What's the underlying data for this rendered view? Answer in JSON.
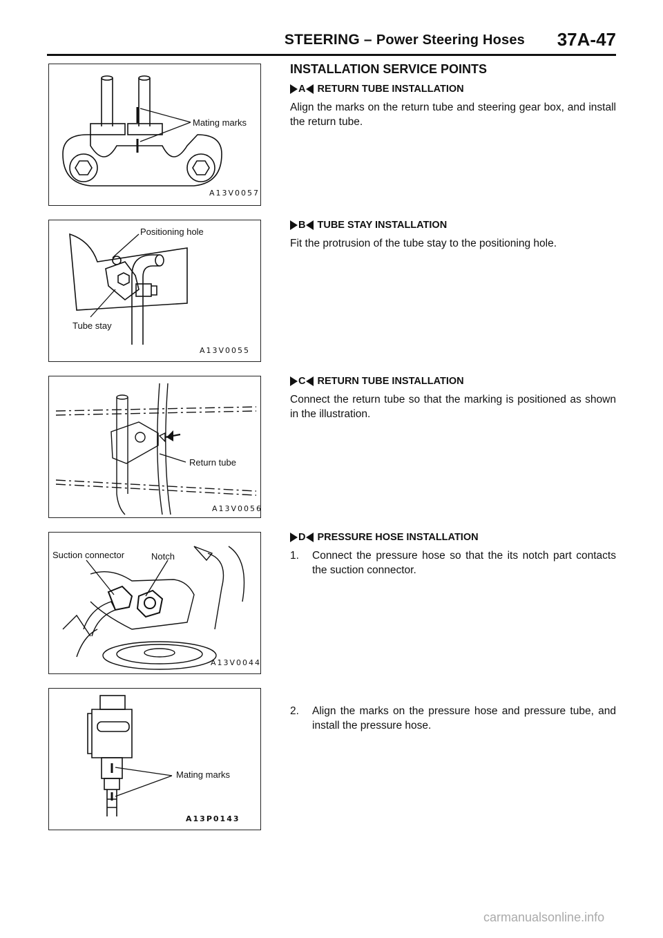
{
  "header": {
    "title_main": "STEERING",
    "title_dash": " – ",
    "title_sub": "Power Steering Hoses",
    "page_number": "37A-47"
  },
  "figures": [
    {
      "labels": [
        "Mating marks"
      ],
      "code": "A13V0057"
    },
    {
      "labels": [
        "Positioning hole",
        "Tube stay"
      ],
      "code": "A13V0055"
    },
    {
      "labels": [
        "Return tube"
      ],
      "code": "A13V0056"
    },
    {
      "labels": [
        "Suction connector",
        "Notch"
      ],
      "code": "A13V0044"
    },
    {
      "labels": [
        "Mating marks"
      ],
      "code": "A13P0143"
    }
  ],
  "content": {
    "main_heading": "INSTALLATION SERVICE POINTS",
    "sections": [
      {
        "letter": "A",
        "title": "RETURN TUBE INSTALLATION",
        "text": "Align the marks on the return tube and steering gear box, and install the return tube."
      },
      {
        "letter": "B",
        "title": "TUBE STAY INSTALLATION",
        "text": "Fit the protrusion of the tube stay to the positioning hole."
      },
      {
        "letter": "C",
        "title": "RETURN TUBE INSTALLATION",
        "text": "Connect the return tube so that the marking is positioned as shown in the illustration."
      },
      {
        "letter": "D",
        "title": "PRESSURE HOSE INSTALLATION",
        "steps": [
          {
            "num": "1.",
            "text": "Connect the pressure hose so that the its notch part contacts the suction connector."
          },
          {
            "num": "2.",
            "text": "Align the marks on the pressure hose and pressure tube, and install the pressure hose."
          }
        ]
      }
    ]
  },
  "watermark": "carmanualsonline.info"
}
